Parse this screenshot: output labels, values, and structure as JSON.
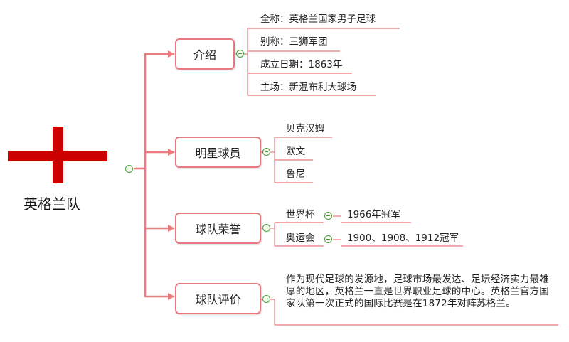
{
  "root": {
    "title": "英格兰队"
  },
  "branches": [
    {
      "label": "介绍",
      "items": [
        "全称：英格兰国家男子足球",
        "别称：三狮军团",
        "成立日期：1863年",
        "主场：新温布利大球场"
      ]
    },
    {
      "label": "明星球员",
      "items": [
        "贝克汉姆",
        "欧文",
        "鲁尼"
      ]
    },
    {
      "label": "球队荣誉",
      "items": [
        {
          "label": "世界杯",
          "detail": "1966年冠军"
        },
        {
          "label": "奥运会",
          "detail": "1900、1908、1912冠军"
        }
      ]
    },
    {
      "label": "球队评价",
      "items": [
        "作为现代足球的发源地，足球市场最发达、足坛经济实力最雄厚的地区，英格兰一直是世界职业足球的中心。英格兰官方国家队第一次正式的国际比赛是在1872年对阵苏格兰。"
      ]
    }
  ],
  "colors": {
    "connector": "#ef7b7e",
    "cross": "#cc0000",
    "toggle": "#4a9a3a"
  }
}
